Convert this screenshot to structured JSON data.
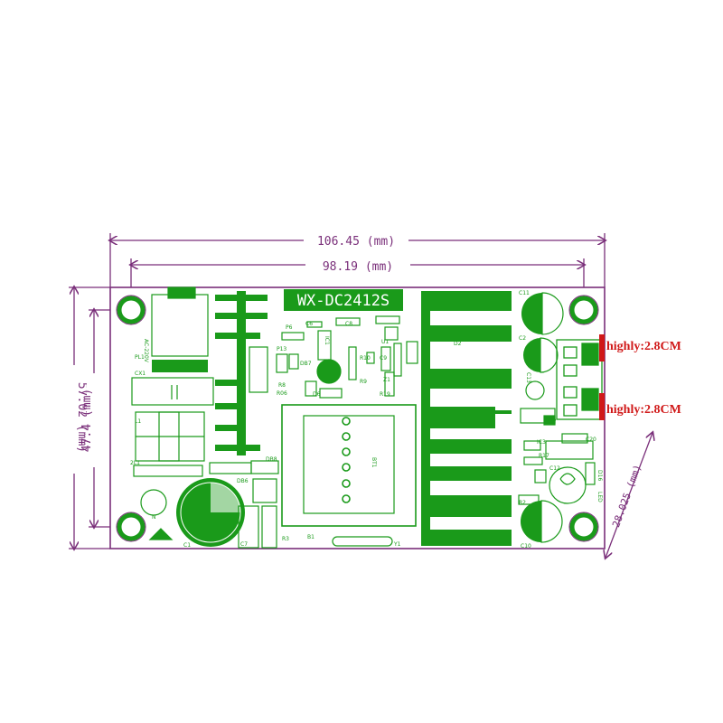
{
  "dimensions": {
    "outer_width": "106.45 (mm)",
    "inner_width": "98.19 (mm)",
    "outer_height": "57.02 (mm)",
    "inner_height": "47.4 (mm)",
    "diagonal": "28.025 (mm)"
  },
  "board": {
    "title": "WX-DC2412S",
    "input_label": "AC-220V"
  },
  "callouts": {
    "height_1": "highly:2.8CM",
    "height_2": "highly:2.8CM"
  },
  "components": {
    "pl1": "PL1",
    "cx1": "CX1",
    "l1": "L1",
    "l2": "2L1",
    "n": "N",
    "c1": "C1",
    "c7": "C7",
    "db6": "DB6",
    "db8": "DB8",
    "r3": "R3",
    "p6": "P6",
    "c6": "C6",
    "c8": "C8",
    "ic1": "IC1",
    "p13": "P13",
    "db7": "DB7",
    "r8": "R8",
    "r06": "R06",
    "d6": "D6",
    "r10": "R10",
    "r9": "R9",
    "c9": "C9",
    "z1": "Z1",
    "r19": "R19",
    "u1": "U1",
    "d2": "D2",
    "b1": "B1",
    "bt1": "BT1",
    "y1": "Y1",
    "c11": "C11",
    "c2": "C2",
    "c13": "C13",
    "db5": "DB5",
    "ic3": "IC3",
    "r17": "R17",
    "c12": "C12",
    "c20": "C20",
    "d16": "D16",
    "led": "LED",
    "r2": "R2",
    "c10": "C10"
  },
  "colors": {
    "dimension_line": "#7a2f7a",
    "copper": "#1a9a1a",
    "callout": "#d01818"
  }
}
